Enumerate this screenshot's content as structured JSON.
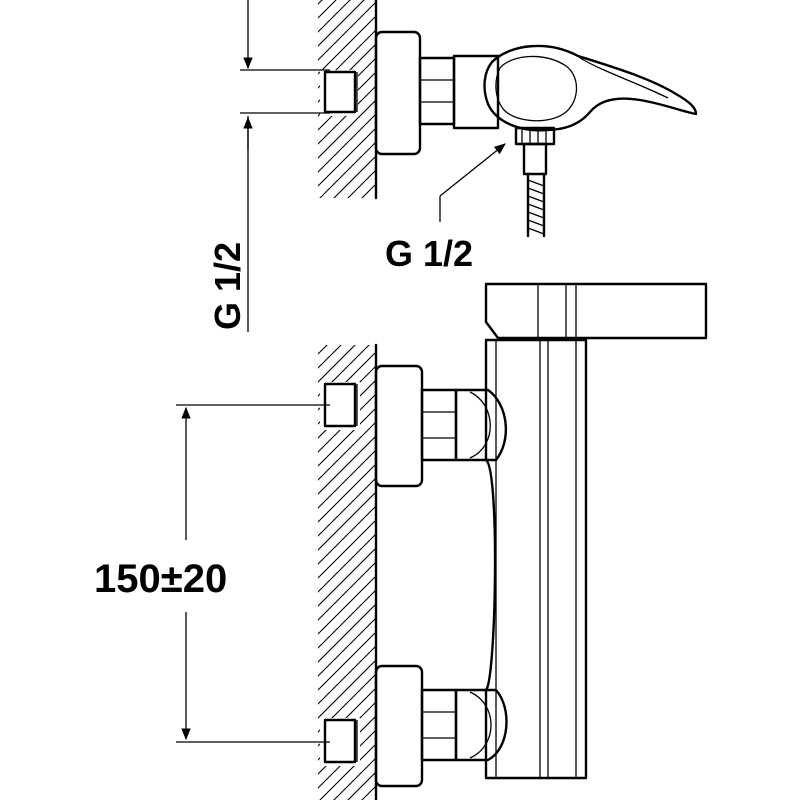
{
  "labels": {
    "side_thread": "G 1/2",
    "hose_thread": "G 1/2",
    "centers": "150±20"
  }
}
